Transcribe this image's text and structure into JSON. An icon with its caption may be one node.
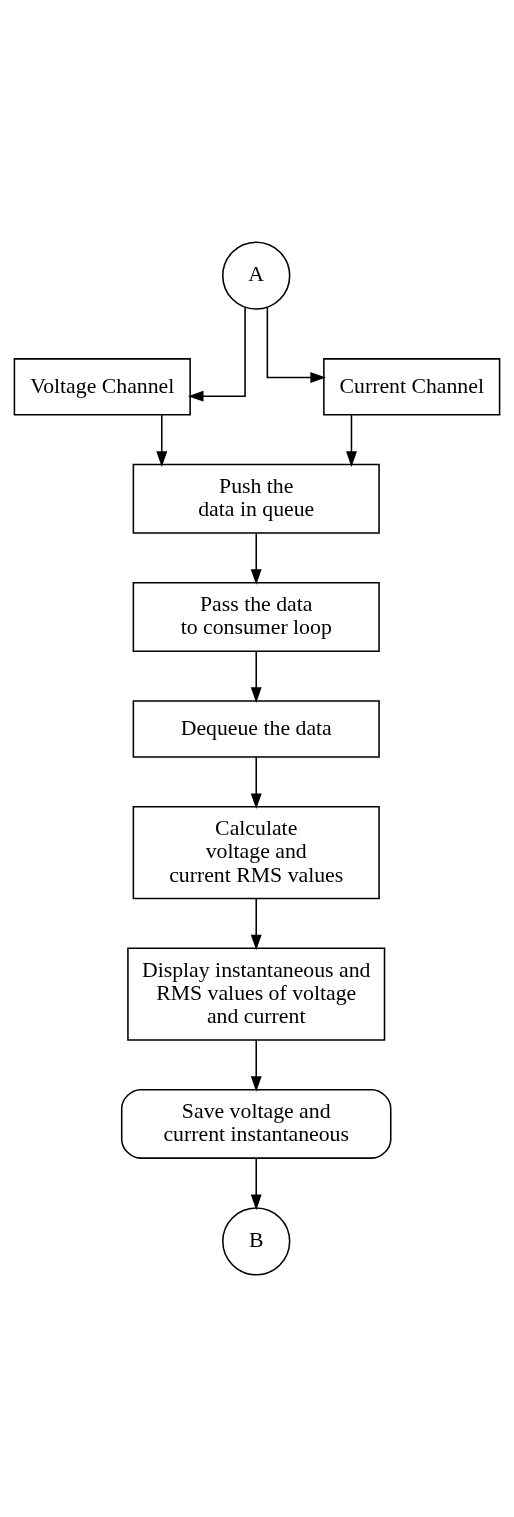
{
  "diagram": {
    "nodes": [
      {
        "text": [
          "A"
        ]
      },
      {
        "text": [
          "Voltage Channel"
        ]
      },
      {
        "text": [
          "Current Channel"
        ]
      },
      {
        "text": [
          "Push the data in queue"
        ]
      },
      {
        "text": [
          "Pass the data to consumer loop"
        ]
      },
      {
        "text": [
          "Dequeue the data"
        ]
      },
      {
        "text": [
          "Calculate voltage and current RMS values"
        ]
      },
      {
        "text": [
          "Display instantaneous and RMS values of voltage and current"
        ]
      },
      {
        "text": [
          "Save voltage and current instantaneous"
        ]
      },
      {
        "text": [
          "B"
        ]
      }
    ],
    "edges": [
      {
        "from": 0,
        "to": 1,
        "arrow": "to"
      },
      {
        "from": 0,
        "to": 2,
        "arrow": "to"
      },
      {
        "from": 1,
        "to": 3,
        "arrow": "to"
      },
      {
        "from": 2,
        "to": 3,
        "arrow": "to"
      },
      {
        "from": 3,
        "to": 4,
        "arrow": "to"
      },
      {
        "from": 4,
        "to": 5,
        "arrow": "to"
      },
      {
        "from": 5,
        "to": 6,
        "arrow": "to"
      },
      {
        "from": 6,
        "to": 7,
        "arrow": "to"
      },
      {
        "from": 7,
        "to": 8,
        "arrow": "to"
      },
      {
        "from": 8,
        "to": 9,
        "arrow": "to"
      }
    ]
  }
}
